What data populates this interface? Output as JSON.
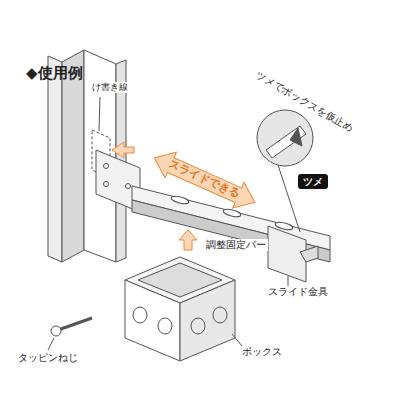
{
  "diagram": {
    "title": "◆使用例",
    "nodes": [
      {
        "text": [
          "ツメ"
        ]
      }
    ],
    "labels": [
      "け書き線",
      "スライドできる",
      "ツメでボックスを仮止め",
      "調整固定バー",
      "スライド金具",
      "タッピンねじ",
      "ボックス"
    ]
  }
}
